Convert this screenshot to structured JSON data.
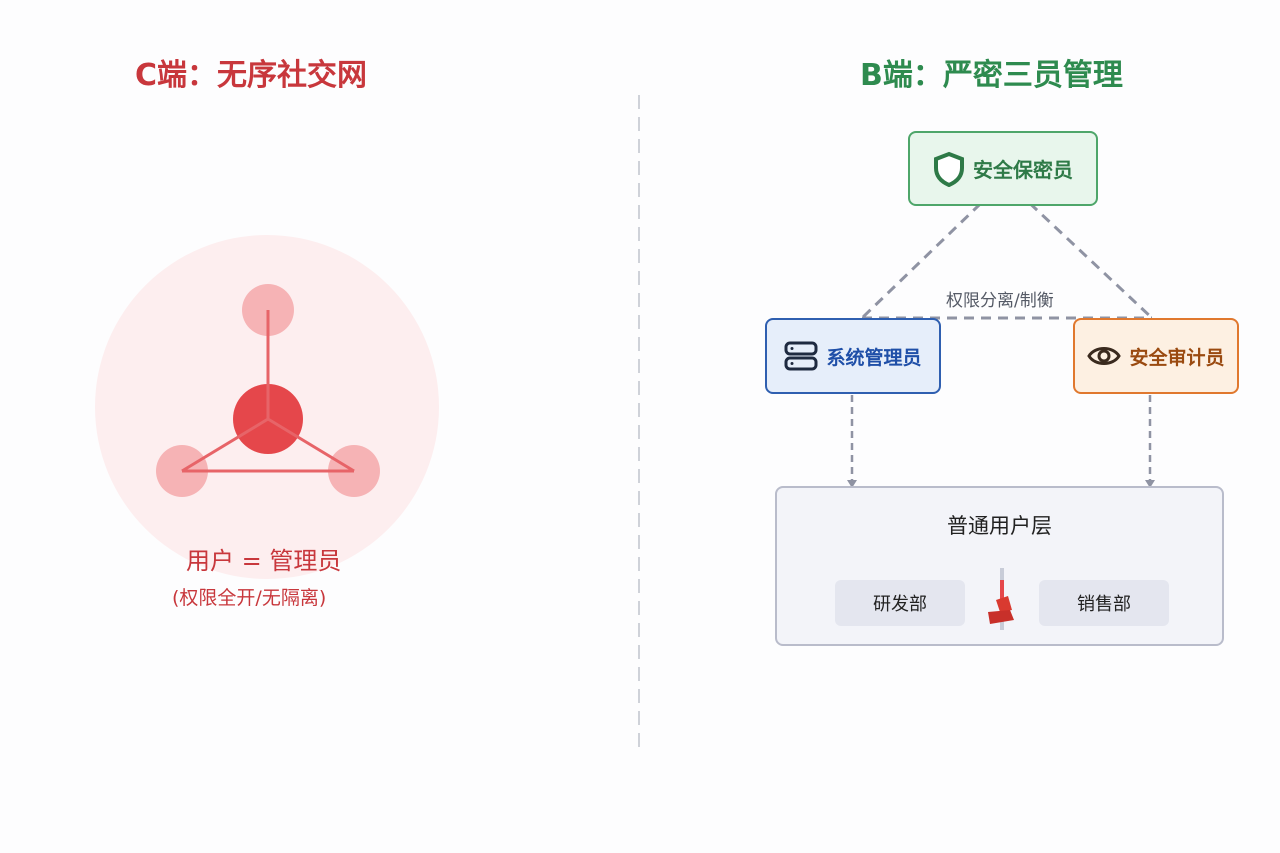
{
  "left": {
    "title": "C端：无序社交网",
    "caption": "用户 = 管理员",
    "subcaption": "(权限全开/无隔离)",
    "color": "#c8373c"
  },
  "right": {
    "title": "B端：严密三员管理",
    "color": "#2e8b4f",
    "security_officer": {
      "label": "安全保密员",
      "icon": "shield-icon"
    },
    "sys_admin": {
      "label": "系统管理员",
      "icon": "server-icon"
    },
    "auditor": {
      "label": "安全审计员",
      "icon": "eye-icon"
    },
    "balance_label": "权限分离/制衡",
    "user_layer": {
      "title": "普通用户层",
      "departments": [
        "研发部",
        "销售部"
      ],
      "separator_icon": "broken-wall-icon"
    }
  }
}
